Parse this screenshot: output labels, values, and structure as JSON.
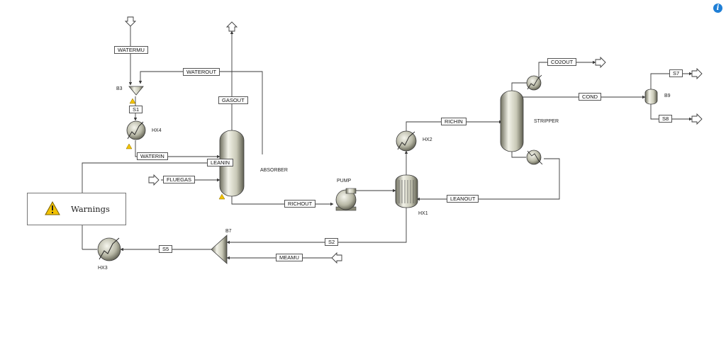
{
  "streams": {
    "watermu": "WATERMU",
    "waterout": "WATEROUT",
    "gasout": "GASOUT",
    "s1": "S1",
    "waterin": "WATERIN",
    "leanin": "LEANIN",
    "fluegas": "FLUEGAS",
    "richout": "RICHOUT",
    "s2": "S2",
    "s5": "S5",
    "meamu": "MEAMU",
    "richin": "RICHIN",
    "leanout": "LEANOUT",
    "co2out": "CO2OUT",
    "cond": "COND",
    "s7": "S7",
    "s8": "S8"
  },
  "blocks": {
    "b3": "B3",
    "hx4": "HX4",
    "absorber": "ABSORBER",
    "pump": "PUMP",
    "hx1": "HX1",
    "hx2": "HX2",
    "stripper": "STRIPPER",
    "b9": "B9",
    "b7": "B7",
    "hx3": "HX3"
  },
  "warnings_label": "Warnings",
  "info_icon": "i",
  "colors": {
    "line": "#3a3a3a",
    "equip_light": "#e8e8dc",
    "equip_dark": "#6e6e5e",
    "warning": "#f2c200",
    "info": "#1f7fd6"
  }
}
